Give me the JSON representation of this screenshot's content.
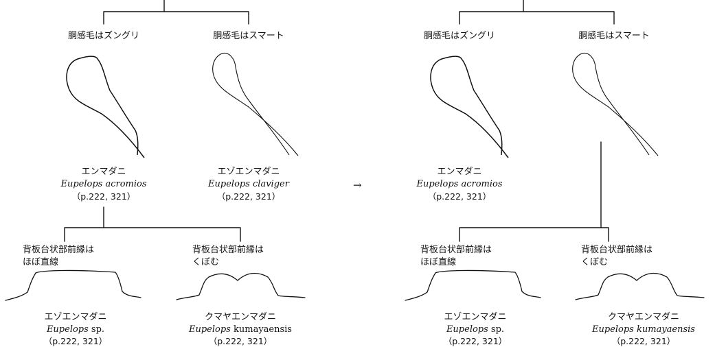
{
  "left": {
    "branch_a_label": "胴感毛はズングリ",
    "branch_b_label": "胴感毛はスマート",
    "taxon_a": {
      "jp": "エンマダニ",
      "sci": "Eupelops acromios",
      "ref": "（p.222, 321）"
    },
    "taxon_b": {
      "jp": "エゾエンマダニ",
      "sci": "Eupelops claviger",
      "ref": "（p.222, 321）"
    },
    "sub_a_label_1": "背板台状部前縁は",
    "sub_a_label_2": "ほぼ直線",
    "sub_b_label_1": "背板台状部前縁は",
    "sub_b_label_2": "くぼむ",
    "taxon_c": {
      "jp": "エゾエンマダニ",
      "sci_genus": "Eupelops",
      "sci_rest": " sp.",
      "ref": "（p.222, 321）"
    },
    "taxon_d": {
      "jp": "クマヤエンマダニ",
      "sci_genus": "Eupelops",
      "sci_rest": " kumayaensis",
      "ref": "（p.222, 321）"
    }
  },
  "arrow": "→",
  "right": {
    "branch_a_label": "胴感毛はズングリ",
    "branch_b_label": "胴感毛はスマート",
    "taxon_a": {
      "jp": "エンマダニ",
      "sci": "Eupelops acromios",
      "ref": "（p.222, 321）"
    },
    "sub_a_label_1": "背板台状部前縁は",
    "sub_a_label_2": "ほぼ直線",
    "sub_b_label_1": "背板台状部前縁は",
    "sub_b_label_2": "くぼむ",
    "taxon_c": {
      "jp": "エゾエンマダニ",
      "sci_genus": "Eupelops",
      "sci_rest": " sp.",
      "ref": "（p.222, 321）"
    },
    "taxon_d": {
      "jp": "クマヤエンマダニ",
      "sci": "Eupelops kumayaensis",
      "ref": "（p.222, 321）"
    }
  }
}
